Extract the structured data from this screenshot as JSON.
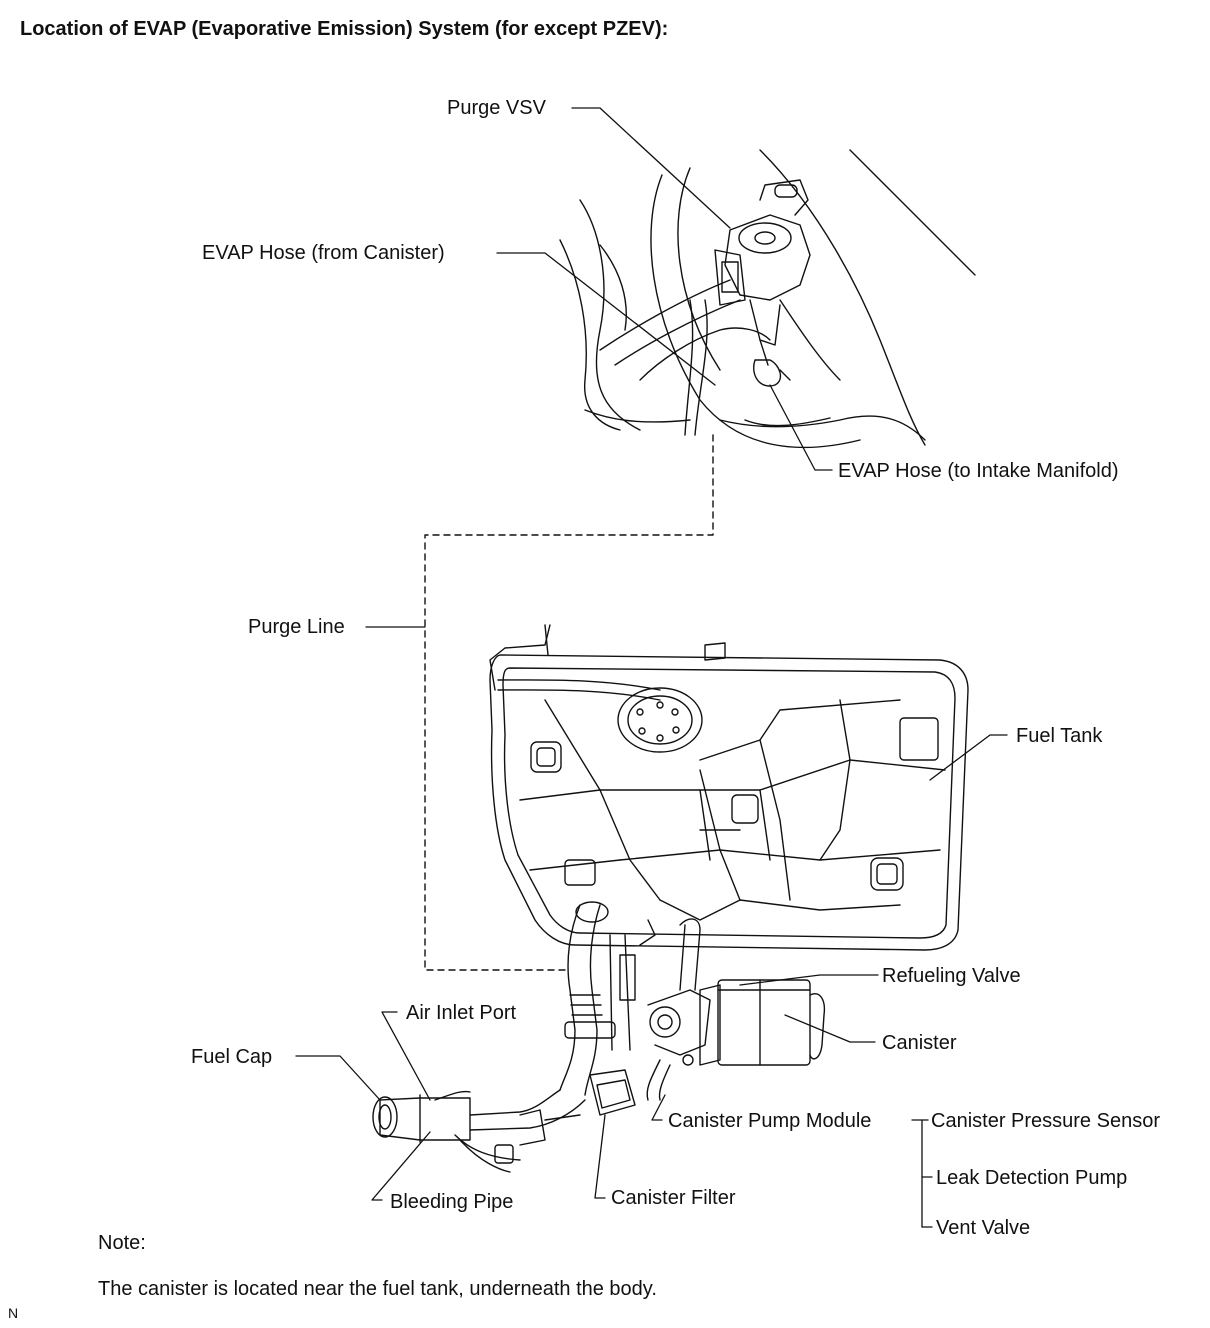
{
  "title": "Location of EVAP (Evaporative Emission) System (for except PZEV):",
  "labels": {
    "purge_vsv": "Purge VSV",
    "evap_hose_from_canister": "EVAP Hose (from Canister)",
    "evap_hose_to_intake": "EVAP Hose (to Intake Manifold)",
    "purge_line": "Purge Line",
    "fuel_tank": "Fuel Tank",
    "refueling_valve": "Refueling Valve",
    "canister": "Canister",
    "air_inlet_port": "Air Inlet Port",
    "fuel_cap": "Fuel Cap",
    "canister_pump_module": "Canister Pump Module",
    "canister_pressure_sensor": "Canister Pressure Sensor",
    "leak_detection_pump": "Leak Detection Pump",
    "vent_valve": "Vent Valve",
    "bleeding_pipe": "Bleeding Pipe",
    "canister_filter": "Canister Filter"
  },
  "note": {
    "heading": "Note:",
    "text": "The canister is located near the fuel tank, underneath the body."
  },
  "corner_mark": "N"
}
